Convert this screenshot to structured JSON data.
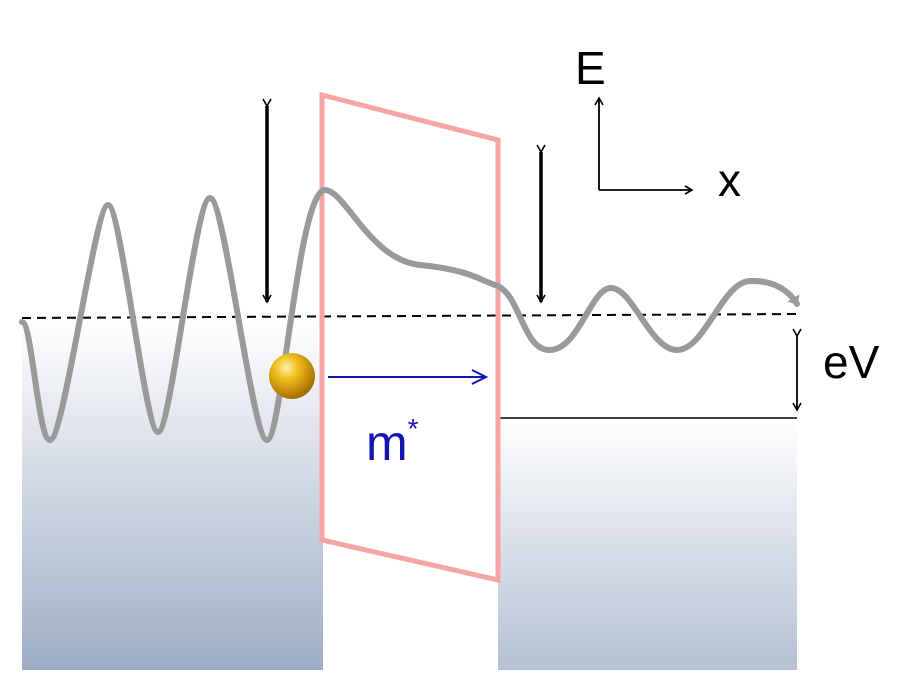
{
  "labels": {
    "energy_axis": "E",
    "position_axis": "x",
    "bias": "eV",
    "mass_base": "m",
    "mass_superscript": "*"
  },
  "colors": {
    "barrier": "#f7a4a4",
    "wave": "#9a9a9a",
    "mass_arrow": "#1414b4",
    "particle": "#e8b010",
    "electrode_top": "#ffffff",
    "electrode_bottom": "#9eadc6",
    "arrows": "#000000"
  }
}
